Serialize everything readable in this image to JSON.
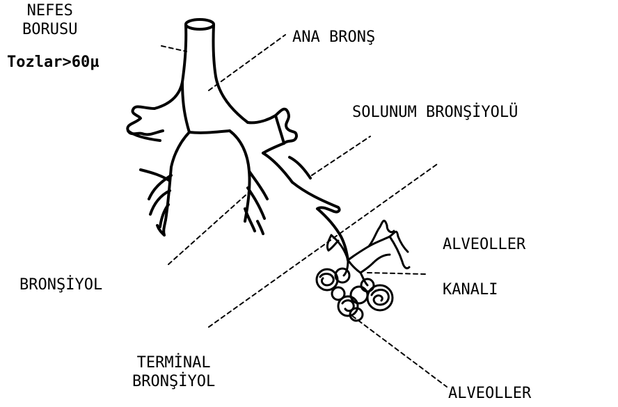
{
  "labels": {
    "nefes_borusu_line1": "NEFES",
    "nefes_borusu_line2": "BORUSU",
    "tozlar": "Tozlar>60µ",
    "ana_brons": "ANA BRONŞ",
    "solunum_bronsiyolu": "SOLUNUM BRONŞİYOLÜ",
    "alveoller_kanali_line1": "ALVEOLLER",
    "alveoller_kanali_line2": "KANALI",
    "bronsiyol": "BRONŞİYOL",
    "terminal_bronsiyol_line1": "TERMİNAL",
    "terminal_bronsiyol_line2": "BRONŞİYOL",
    "alveoller": "ALVEOLLER"
  },
  "colors": {
    "ink": "#000000",
    "paper": "#ffffff"
  }
}
